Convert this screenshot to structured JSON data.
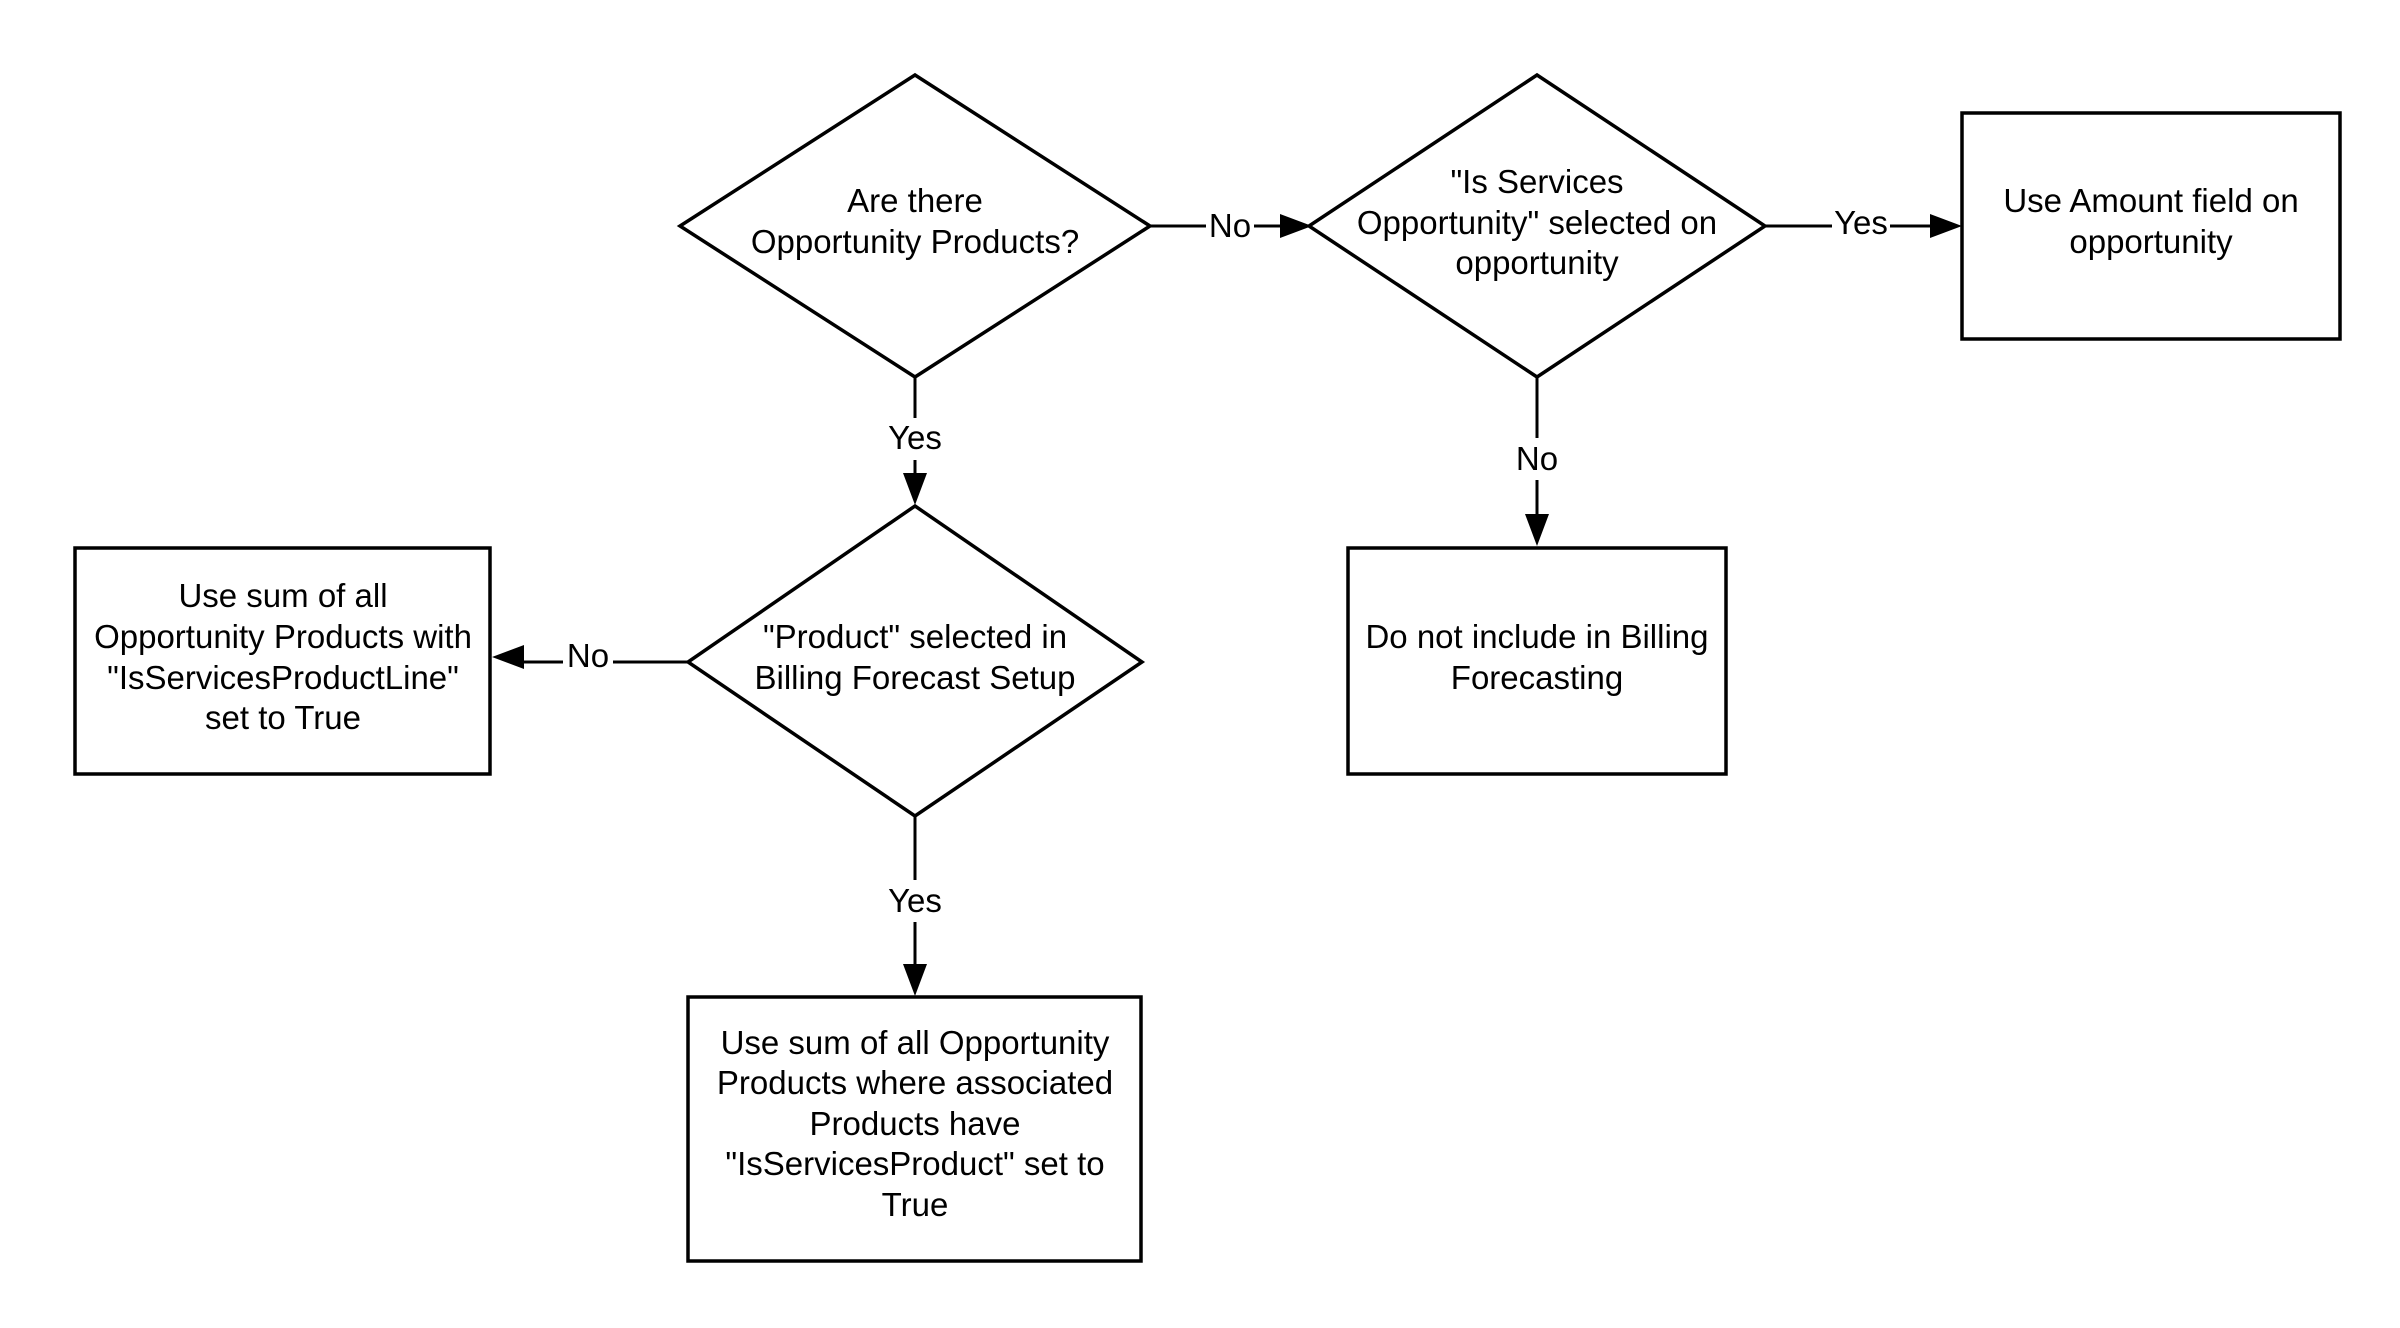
{
  "nodes": {
    "q_products": {
      "shape": "diamond",
      "lines": [
        "Are there",
        "Opportunity Products?"
      ]
    },
    "q_services": {
      "shape": "diamond",
      "lines": [
        "\"Is Services",
        "Opportunity\" selected on",
        "opportunity"
      ]
    },
    "r_amount": {
      "shape": "rect",
      "lines": [
        "Use Amount field on",
        "opportunity"
      ]
    },
    "q_product_setup": {
      "shape": "diamond",
      "lines": [
        "\"Product\" selected in",
        "Billing Forecast Setup"
      ]
    },
    "r_productline": {
      "shape": "rect",
      "lines": [
        "Use sum of all",
        "Opportunity Products with",
        "\"IsServicesProductLine\"",
        "set to True"
      ]
    },
    "r_exclude": {
      "shape": "rect",
      "lines": [
        "Do not include in Billing",
        "Forecasting"
      ]
    },
    "r_servicesproduct": {
      "shape": "rect",
      "lines": [
        "Use sum of all Opportunity",
        "Products where associated",
        "Products have",
        "\"IsServicesProduct\" set to",
        "True"
      ]
    }
  },
  "edges": {
    "products_no": {
      "from": "q_products",
      "to": "q_services",
      "label": "No"
    },
    "services_yes": {
      "from": "q_services",
      "to": "r_amount",
      "label": "Yes"
    },
    "products_yes": {
      "from": "q_products",
      "to": "q_product_setup",
      "label": "Yes"
    },
    "services_no": {
      "from": "q_services",
      "to": "r_exclude",
      "label": "No"
    },
    "setup_no": {
      "from": "q_product_setup",
      "to": "r_productline",
      "label": "No"
    },
    "setup_yes": {
      "from": "q_product_setup",
      "to": "r_servicesproduct",
      "label": "Yes"
    }
  },
  "colors": {
    "stroke": "#000000",
    "fill": "#ffffff",
    "text": "#000000"
  }
}
